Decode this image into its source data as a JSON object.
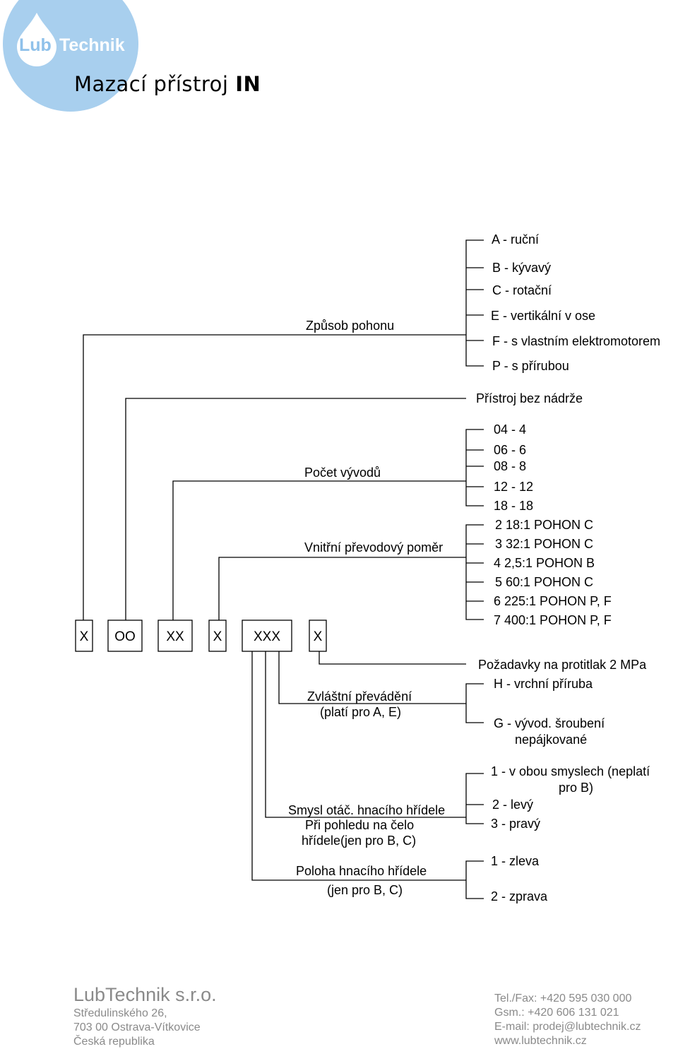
{
  "header": {
    "logo_text_lub": "Lub",
    "logo_text_technik": "Technik",
    "title_main": "Mazací přístroj",
    "title_code": "IN"
  },
  "code_boxes": [
    "X",
    "OO",
    "XX",
    "X",
    "XXX",
    "X"
  ],
  "groups": {
    "drive": {
      "label": "Způsob pohonu",
      "options": [
        "A - ruční",
        "B - kývavý",
        "C - rotační",
        "E - vertikální v ose",
        "F - s vlastním elektromotorem",
        "P - s přírubou"
      ]
    },
    "tank": {
      "option": "Přístroj bez nádrže"
    },
    "outlets": {
      "label": "Počet vývodů",
      "options": [
        "04 - 4",
        "06 - 6",
        "08 - 8",
        "12 - 12",
        "18 - 18"
      ]
    },
    "ratio": {
      "label": "Vnitřní převodový poměr",
      "options": [
        "2  18:1 POHON C",
        "3  32:1 POHON C",
        "4  2,5:1 POHON B",
        "5  60:1 POHON C",
        "6  225:1 POHON P, F",
        "7  400:1 POHON P, F"
      ]
    },
    "pressure": {
      "option": "Požadavky na protitlak 2 MPa"
    },
    "special": {
      "label_line1": "Zvláštní převádění",
      "label_line2": "(platí pro A, E)",
      "options": [
        "H - vrchní příruba",
        "G - vývod. šroubení",
        "nepájkované"
      ]
    },
    "rotation": {
      "label_line1": "Smysl otáč. hnacího hřídele",
      "label_line2": "Při pohledu na čelo",
      "label_line3": "hřídele(jen pro B, C)",
      "options": [
        "1 - v obou smyslech (neplatí",
        "pro B)",
        "2 - levý",
        "3 - pravý"
      ]
    },
    "position": {
      "label_line1": "Poloha hnacího hřídele",
      "label_line2": "(jen pro B, C)",
      "options": [
        "1 - zleva",
        "2 - zprava"
      ]
    }
  },
  "footer": {
    "company": "LubTechnik s.r.o.",
    "street": "Středulinského 26,",
    "city": "703 00 Ostrava-Vítkovice",
    "country": "Česká republika",
    "tel": "Tel./Fax: +420 595 030 000",
    "gsm": "Gsm.: +420 606 131 021",
    "email": "E-mail: prodej@lubtechnik.cz",
    "web": "www.lubtechnik.cz"
  },
  "colors": {
    "logo_blue": "#a8cfee",
    "footer_gray": "#8a8a8a",
    "line": "#000000"
  }
}
